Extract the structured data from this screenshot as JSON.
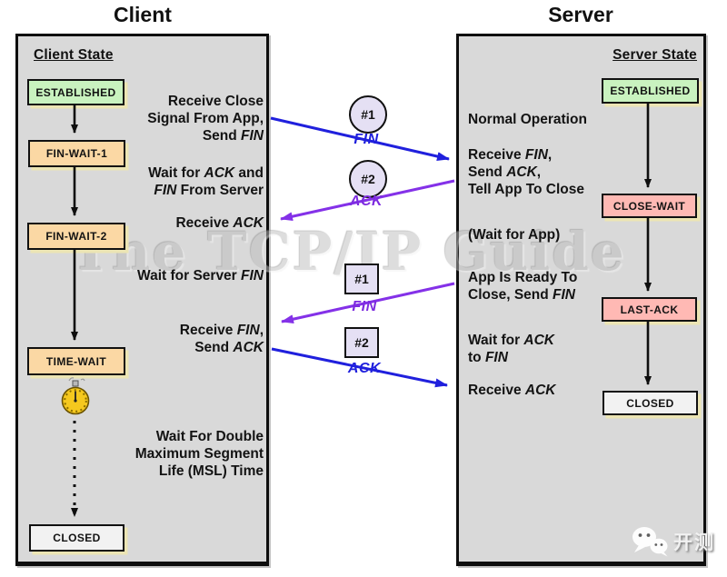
{
  "titles": {
    "client": "Client",
    "server": "Server"
  },
  "watermark": "The TCP/IP Guide",
  "client_panel": {
    "heading": "Client State",
    "states": [
      {
        "label": "ESTABLISHED",
        "color": "green"
      },
      {
        "label": "FIN-WAIT-1",
        "color": "peach"
      },
      {
        "label": "FIN-WAIT-2",
        "color": "peach"
      },
      {
        "label": "TIME-WAIT",
        "color": "peach"
      },
      {
        "label": "CLOSED",
        "color": "white"
      }
    ],
    "annotations": [
      "Receive Close\nSignal From App,\nSend *FIN*",
      "Wait for *ACK* and\n*FIN* From Server",
      "Receive *ACK*",
      "Wait for Server *FIN*",
      "Receive *FIN*,\nSend *ACK*",
      "Wait For Double\nMaximum Segment\nLife (MSL) Time"
    ]
  },
  "server_panel": {
    "heading": "Server State",
    "states": [
      {
        "label": "ESTABLISHED",
        "color": "green"
      },
      {
        "label": "CLOSE-WAIT",
        "color": "pink"
      },
      {
        "label": "LAST-ACK",
        "color": "pink"
      },
      {
        "label": "CLOSED",
        "color": "white"
      }
    ],
    "annotations": [
      "Normal Operation",
      "Receive *FIN*,\nSend *ACK*,\nTell App To Close",
      "(Wait for App)",
      "App Is Ready To\nClose, Send *FIN*",
      "Wait for *ACK*\nto *FIN*",
      "Receive *ACK*"
    ]
  },
  "messages": [
    {
      "badge": "#1",
      "shape": "circle",
      "label": "FIN",
      "color": "blue",
      "direction": "client-to-server"
    },
    {
      "badge": "#2",
      "shape": "circle",
      "label": "ACK",
      "color": "purple",
      "direction": "server-to-client"
    },
    {
      "badge": "#1",
      "shape": "square",
      "label": "FIN",
      "color": "purple",
      "direction": "server-to-client"
    },
    {
      "badge": "#2",
      "shape": "square",
      "label": "ACK",
      "color": "blue",
      "direction": "client-to-server"
    }
  ],
  "logo": {
    "text": "开测",
    "icon": "wechat-bubbles-icon"
  },
  "colors": {
    "panel_bg": "#d9d9d9",
    "state_green": "#c9f2bf",
    "state_peach": "#fbd8a4",
    "state_pink": "#ffb9b4",
    "state_white": "#f2f2f2",
    "arrow_blue": "#2020dd",
    "arrow_purple": "#8431e8",
    "badge_fill": "#e5e0f4",
    "box_shadow": "#ece5b4"
  }
}
